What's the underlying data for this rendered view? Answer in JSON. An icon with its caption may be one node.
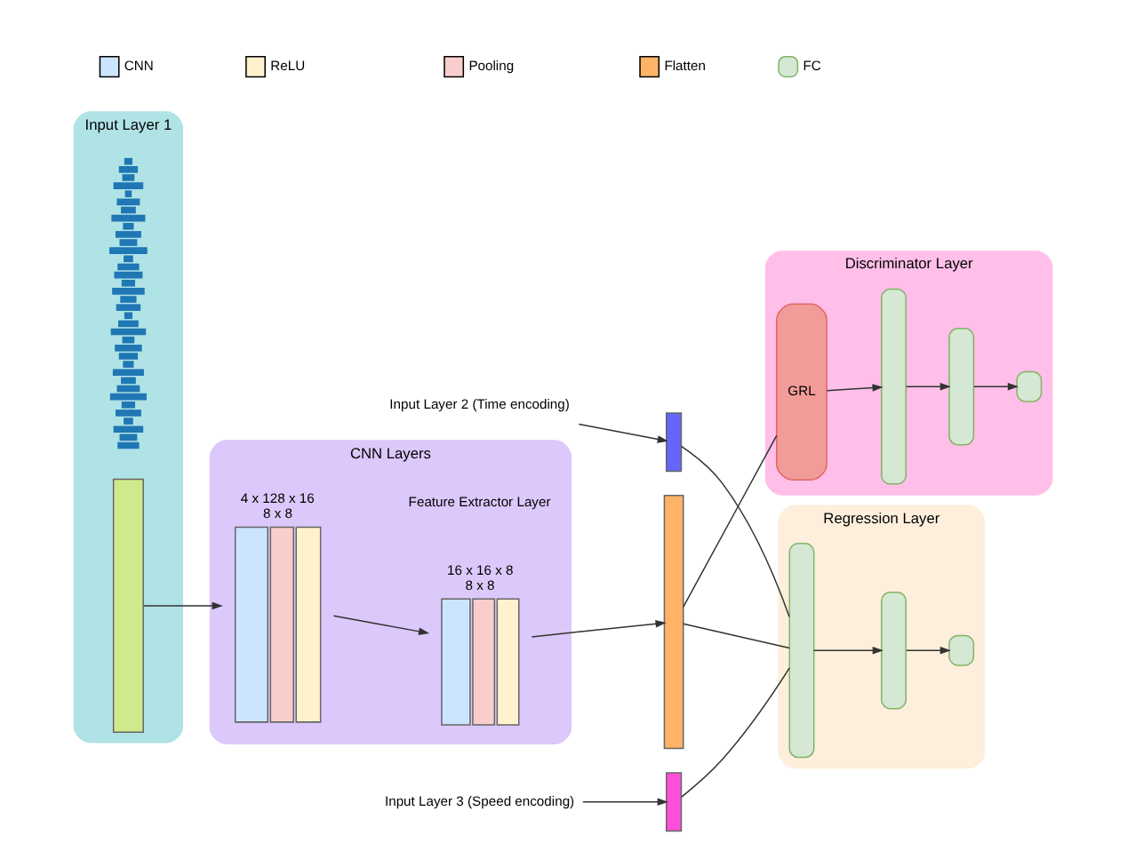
{
  "diagram": {
    "nodes": [
      {
        "text": [
          "Input Layer 1"
        ]
      },
      {
        "text": [],
        "shape": "picture",
        "in": 0
      },
      {
        "text": [],
        "shape": "bar",
        "in": 0
      },
      {
        "text": [
          "CNN Layers",
          "Feature Extractor Layer"
        ]
      },
      {
        "text": [],
        "shape": "bar",
        "in": 3,
        "beside": [
          "4 x 128 x 16",
          "8 x 8"
        ]
      },
      {
        "text": [],
        "shape": "bar",
        "in": 3,
        "beside": [
          "16 x 16 x 8",
          "8 x 8"
        ]
      },
      {
        "text": [
          "Input Layer 2 (Time encoding)"
        ]
      },
      {
        "text": [],
        "shape": "bar"
      },
      {
        "text": [],
        "shape": "bar"
      },
      {
        "text": [],
        "shape": "bar"
      },
      {
        "text": [
          "Input Layer 3 (Speed encoding)"
        ]
      },
      {
        "text": [
          "Discriminator Layer"
        ]
      },
      {
        "text": [
          "GRL"
        ],
        "in": 11
      },
      {
        "text": [],
        "shape": "bar",
        "in": 11
      },
      {
        "text": [],
        "shape": "bar",
        "in": 11
      },
      {
        "text": [],
        "shape": "bar",
        "in": 11
      },
      {
        "text": [
          "Regression Layer"
        ]
      },
      {
        "text": [],
        "shape": "bar",
        "in": 16
      },
      {
        "text": [],
        "shape": "bar",
        "in": 16
      },
      {
        "text": [],
        "shape": "bar",
        "in": 16
      }
    ],
    "edges": [
      {
        "from": 2,
        "to": 4,
        "arrow": "to"
      },
      {
        "from": 4,
        "to": 5,
        "arrow": "to"
      },
      {
        "from": 5,
        "to": 8,
        "arrow": "to"
      },
      {
        "from": 6,
        "to": 7,
        "arrow": "to"
      },
      {
        "from": 10,
        "to": 9,
        "arrow": "to"
      },
      {
        "from": 8,
        "to": 12,
        "arrow": "none"
      },
      {
        "from": 7,
        "to": 17,
        "arrow": "none"
      },
      {
        "from": 8,
        "to": 17,
        "arrow": "none"
      },
      {
        "from": 9,
        "to": 17,
        "arrow": "none"
      },
      {
        "from": 12,
        "to": 13,
        "arrow": "to"
      },
      {
        "from": 13,
        "to": 14,
        "arrow": "to"
      },
      {
        "from": 14,
        "to": 15,
        "arrow": "to"
      },
      {
        "from": 17,
        "to": 18,
        "arrow": "to"
      },
      {
        "from": 18,
        "to": 19,
        "arrow": "to"
      }
    ],
    "legend": [
      {
        "text": "CNN",
        "color": "#cce5ff"
      },
      {
        "text": "ReLU",
        "color": "#fff2cc"
      },
      {
        "text": "Pooling",
        "color": "#f8cecc"
      },
      {
        "text": "Flatten",
        "color": "#ffb366"
      },
      {
        "text": "FC"
      }
    ]
  }
}
